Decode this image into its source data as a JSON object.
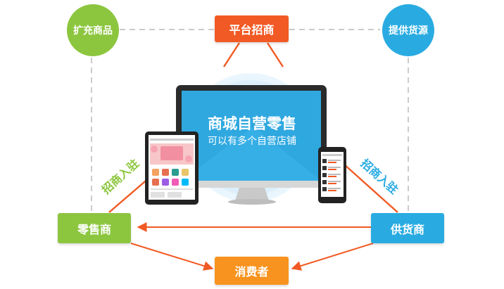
{
  "colors": {
    "green": "#8cc63f",
    "blue": "#29abe2",
    "orange_red": "#f15a24",
    "orange": "#f7931e",
    "dash": "#aaaaaa",
    "text_green": "#8cc63f",
    "text_blue": "#29abe2"
  },
  "nodes": {
    "expand_products": "扩充商品",
    "provide_supply": "提供货源",
    "platform_merchants": "平台招商",
    "retailer": "零售商",
    "supplier": "供货商",
    "consumer": "消费者"
  },
  "edge_labels": {
    "left": "招商入驻",
    "right": "招商入驻"
  },
  "monitor": {
    "title": "商城自营零售",
    "subtitle": "可以有多个自营店铺"
  },
  "icons": [
    "desktop-monitor",
    "tablet-device",
    "phone-device"
  ]
}
